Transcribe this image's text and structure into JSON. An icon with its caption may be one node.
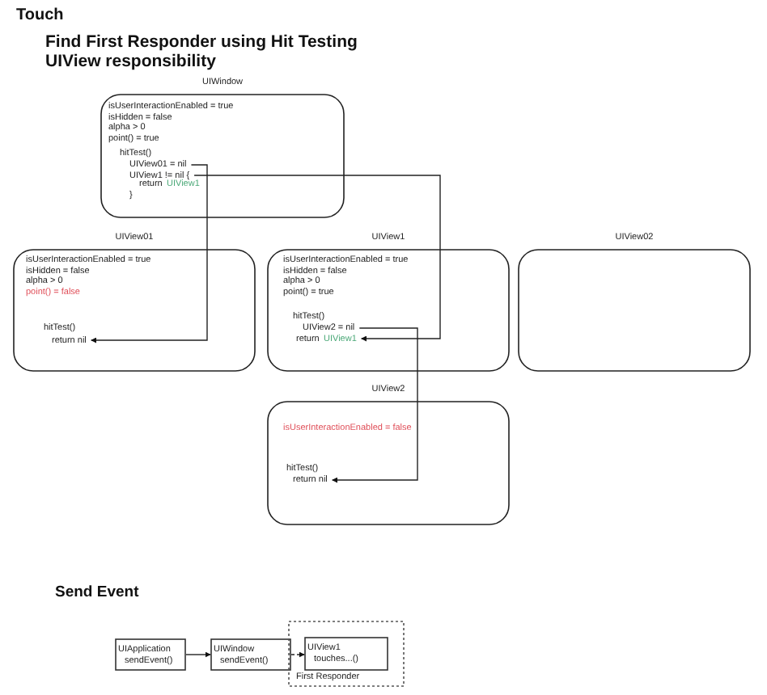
{
  "diagram": {
    "title": "Find First Responder using Hit Testing UIView responsibility",
    "nodes": [
      {
        "text": [
          "UIWindow",
          "isUserInteractionEnabled = true",
          "isHidden = false",
          "alpha > 0",
          "point() = true",
          "hitTest()",
          "return",
          "UIView1",
          "}"
        ]
      },
      {
        "text": [
          "UIView01 = nil"
        ],
        "in": 0
      },
      {
        "text": [
          "UIView1 != nil {"
        ],
        "in": 0
      },
      {
        "text": [
          "UIView01",
          "isUserInteractionEnabled = true",
          "isHidden = false",
          "alpha > 0",
          "point() = false",
          "hitTest()"
        ]
      },
      {
        "text": [
          "return nil"
        ],
        "in": 3
      },
      {
        "text": [
          "UIView1",
          "isUserInteractionEnabled = true",
          "isHidden = false",
          "alpha > 0",
          "point() = true",
          "hitTest()"
        ]
      },
      {
        "text": [
          "UIView2 = nil"
        ],
        "in": 5
      },
      {
        "text": [
          "return",
          "UIView1"
        ],
        "in": 5
      },
      {
        "text": [
          "UIView02"
        ]
      },
      {
        "text": [
          "UIView2",
          "isUserInteractionEnabled = false",
          "hitTest()"
        ]
      },
      {
        "text": [
          "return nil"
        ],
        "in": 9
      },
      {
        "text": [
          "UIApplication",
          "sendEvent()"
        ]
      },
      {
        "text": [
          "UIWindow",
          "sendEvent()"
        ]
      },
      {
        "text": [
          "First Responder"
        ]
      },
      {
        "text": [
          "UIView1",
          "touches...()"
        ],
        "in": 13
      }
    ],
    "edges": [
      {
        "from": 1,
        "to": 4,
        "arrow": "to"
      },
      {
        "from": 2,
        "to": 7,
        "arrow": "to"
      },
      {
        "from": 6,
        "to": 10,
        "arrow": "to"
      },
      {
        "from": 11,
        "to": 12,
        "arrow": "to"
      },
      {
        "from": 12,
        "to": 14,
        "arrow": "to",
        "style": "dashed"
      }
    ],
    "labels": [
      "Touch",
      "Send Event"
    ]
  }
}
